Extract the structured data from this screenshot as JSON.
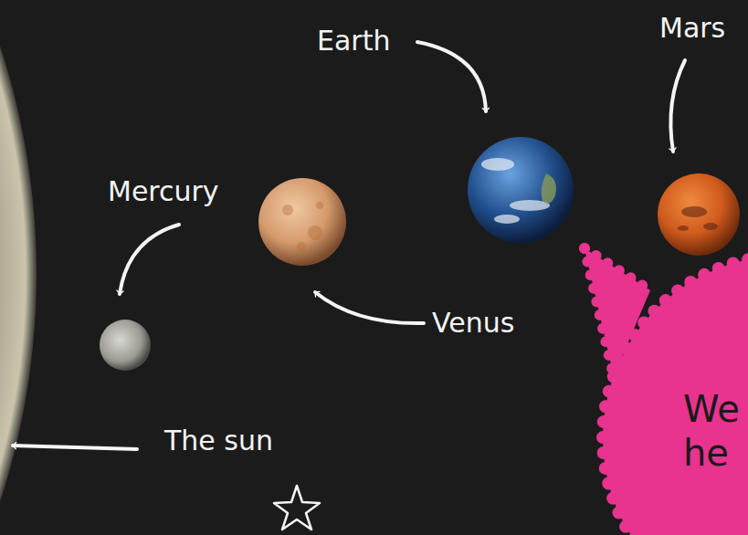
{
  "diagram": {
    "nodes": [
      {
        "text": [
          "We he"
        ]
      }
    ],
    "labels": [
      "Earth",
      "Mars",
      "Mercury",
      "Venus",
      "The sun"
    ]
  }
}
